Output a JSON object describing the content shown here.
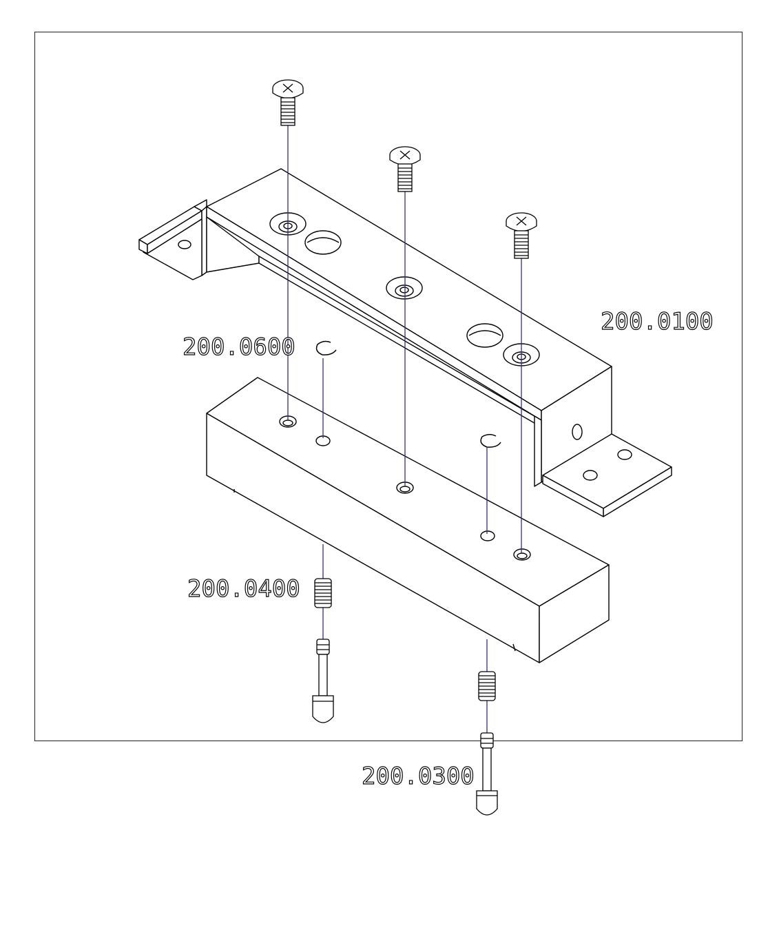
{
  "title": "",
  "labels": {
    "bracket": "200.0100",
    "e_clip": "200.0600",
    "spring": "200.0400",
    "plunger": "200.0300"
  },
  "colors": {
    "line": "#000000",
    "leader": "#3a2a7a"
  }
}
